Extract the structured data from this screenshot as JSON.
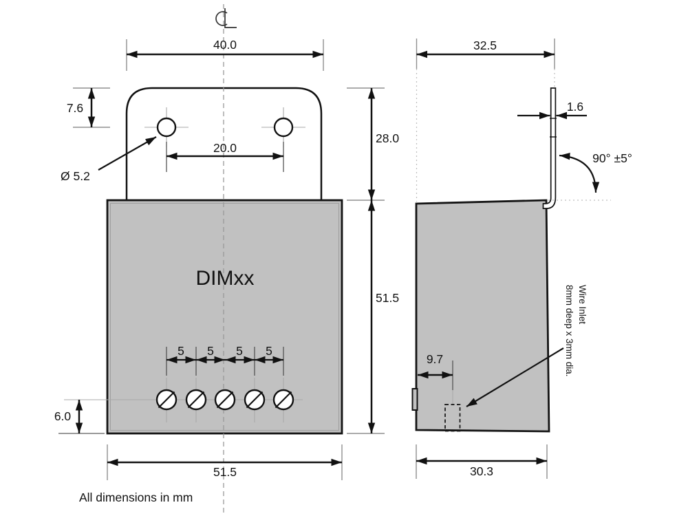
{
  "title_note": "All dimensions in mm",
  "device_label": "DIMxx",
  "front_view": {
    "dim_bracket_width": "40.0",
    "dim_hole_offset": "7.6",
    "dim_hole_diameter": "Ø 5.2",
    "dim_hole_spacing": "20.0",
    "dim_bracket_height": "28.0",
    "dim_body_height": "51.5",
    "dim_terminal_pitch": [
      "5",
      "5",
      "5",
      "5"
    ],
    "dim_terminal_offset": "6.0",
    "dim_body_width": "51.5"
  },
  "side_view": {
    "dim_depth": "32.5",
    "dim_tab_thickness": "1.6",
    "dim_tab_angle": "90° ±5°",
    "dim_wire_inlet_offset": "9.7",
    "dim_base_depth": "30.3",
    "wire_inlet_note": [
      "Wire Inlet",
      "8mm deep x 3mm dia."
    ]
  },
  "colors": {
    "body_fill": "#c1c1c1",
    "drawing_line": "#111111",
    "extension_line": "#8f8f8f",
    "background": "#ffffff"
  }
}
